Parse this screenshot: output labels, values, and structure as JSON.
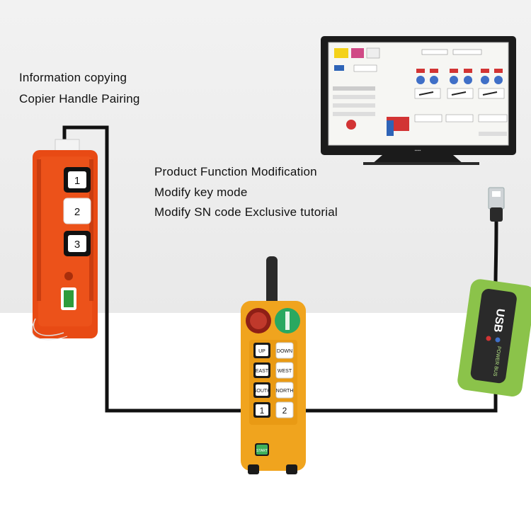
{
  "captions": {
    "line1": "Information copying",
    "line2": "Copier Handle Pairing",
    "line3": "Product Function Modification",
    "line4": "Modify key mode",
    "line5": "Modify SN code Exclusive tutorial"
  },
  "orange_remote": {
    "buttons": [
      "1",
      "2",
      "3"
    ]
  },
  "yellow_remote": {
    "buttons": [
      "UP",
      "DOWN",
      "EAST",
      "WEST",
      "SOUTH",
      "NORTH",
      "1",
      "2",
      "START"
    ]
  },
  "usb_dongle": {
    "label": "USB",
    "side_text": "POWER BUS"
  },
  "colors": {
    "orange_body": "#e84a14",
    "yellow_body": "#f0a41e",
    "green_dongle": "#8bc34a",
    "cable": "#111111"
  }
}
